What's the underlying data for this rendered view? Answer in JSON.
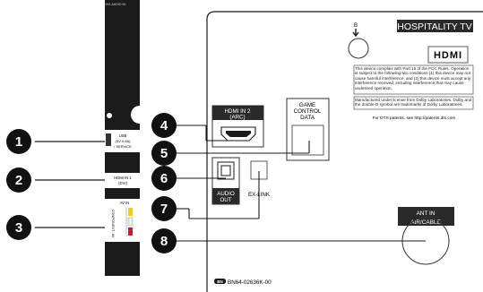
{
  "side_panel": {
    "top_label": "DVI-AUDIO IN",
    "usb_label": "USB",
    "usb_rating": "(5V 0.5A)",
    "usb_service": "/ SERVICE",
    "hdmi_dvi_line1": "HDMI IN 1",
    "hdmi_dvi_line2": "(DVI)",
    "av_in_label": "AV IN",
    "component_label": "COMPONENT",
    "av_label": "AV"
  },
  "callouts": [
    "1",
    "2",
    "3",
    "4",
    "5",
    "6",
    "7",
    "8"
  ],
  "back_panel": {
    "title": "HOSPITALITY TV",
    "hdmi_logo": "HDMI",
    "b_label": "B",
    "fcc_notice": "This device complies with Part 15 of the FCC Rules. Operation is subject to the following two conditions:(1) this device may not cause harmful interference, and (2) this device must accept any interference received, including interference that may cause undesired operation.",
    "dolby_notice": "Manufactured under license from Dolby Laboratories. Dolby and the double-D symbol are trademarks of Dolby Laboratories.",
    "dts_notice": "For DTS patents, see http://patents.dts.com",
    "hdmi2_line1": "HDMI IN 2",
    "hdmi2_line2": "(ARC)",
    "game_line1": "GAME",
    "game_line2": "CONTROL",
    "game_line3": "DATA",
    "audio_line1": "AUDIO",
    "audio_line2": "OUT",
    "exlink_label": "EX-LINK",
    "ant_line1": "ANT IN",
    "ant_line2": "AIR/CABLE",
    "part_badge": "BN",
    "part_number": "BN64-02636K-00"
  }
}
